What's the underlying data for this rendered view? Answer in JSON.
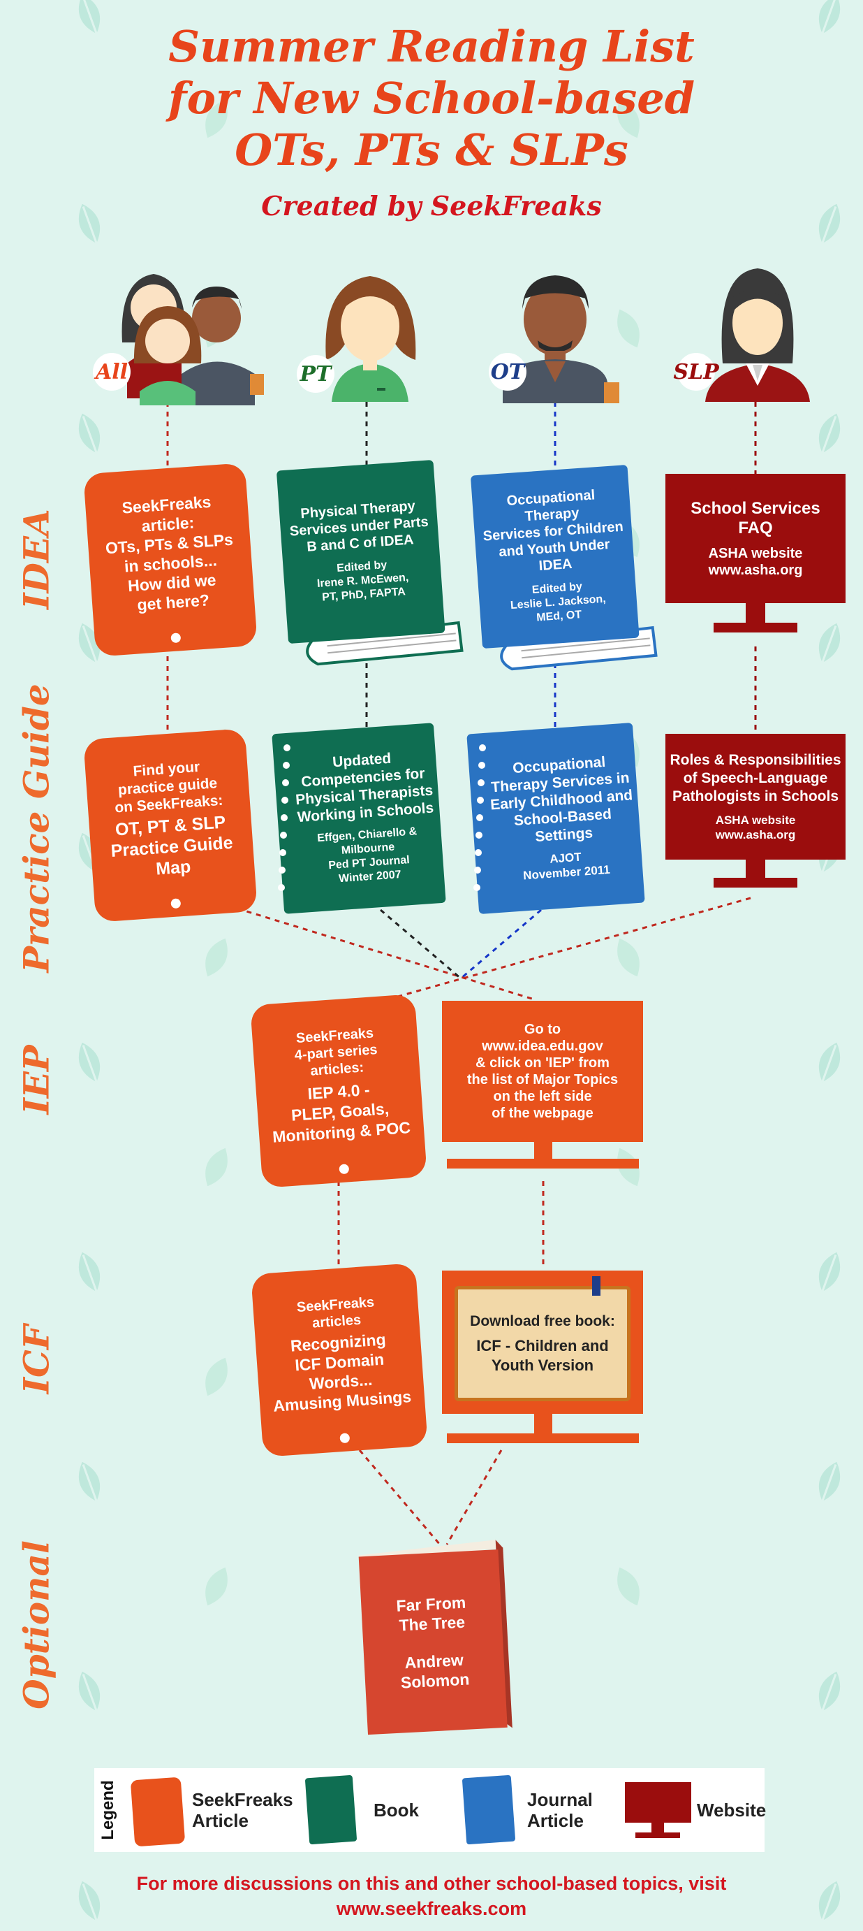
{
  "header": {
    "title_line1": "Summer Reading List",
    "title_line2": "for New School-based",
    "title_line3": "OTs, PTs & SLPs",
    "subtitle": "Created by SeekFreaks"
  },
  "people": {
    "all": "All",
    "pt": "PT",
    "ot": "OT",
    "slp": "SLP"
  },
  "rows": {
    "idea": "IDEA",
    "practice_guide": "Practice Guide",
    "iep": "IEP",
    "icf": "ICF",
    "optional": "Optional"
  },
  "idea": {
    "all": "SeekFreaks\narticle:\nOTs, PTs & SLPs\nin schools...\nHow did we\nget here?",
    "pt_title": "Physical Therapy\nServices under Parts\nB and C of IDEA",
    "pt_author": "Edited by\nIrene R. McEwen,\nPT, PhD, FAPTA",
    "ot_title": "Occupational Therapy\nServices for Children\nand Youth Under IDEA",
    "ot_author": "Edited by\nLeslie L. Jackson,\nMEd, OT",
    "slp_title": "School Services\nFAQ",
    "slp_sub": "ASHA website\nwww.asha.org"
  },
  "practice": {
    "all_top": "Find your\npractice guide\non SeekFreaks:",
    "all_main": "OT, PT & SLP\nPractice Guide\nMap",
    "pt_title": "Updated\nCompetencies for\nPhysical Therapists\nWorking in Schools",
    "pt_author": "Effgen, Chiarello &\nMilbourne\nPed PT Journal\nWinter 2007",
    "ot_title": "Occupational\nTherapy Services in\nEarly Childhood and\nSchool-Based\nSettings",
    "ot_author": "AJOT\nNovember 2011",
    "slp_title": "Roles & Responsibilities\nof Speech-Language\nPathologists in Schools",
    "slp_sub": "ASHA website\nwww.asha.org"
  },
  "iep": {
    "article_top": "SeekFreaks\n4-part series\narticles:",
    "article_main": "IEP 4.0 -\nPLEP, Goals,\nMonitoring & POC",
    "web": "Go to\nwww.idea.edu.gov\n& click on 'IEP' from\nthe list of Major Topics\non the left side\nof the webpage"
  },
  "icf": {
    "article_top": "SeekFreaks\narticles",
    "article_main": "Recognizing\nICF Domain\nWords...\nAmusing Musings",
    "book_top": "Download free book:",
    "book_main": "ICF - Children and\nYouth Version"
  },
  "optional": {
    "title": "Far From\nThe Tree",
    "author": "Andrew\nSolomon"
  },
  "legend": {
    "label": "Legend",
    "article": "SeekFreaks\nArticle",
    "book": "Book",
    "journal": "Journal\nArticle",
    "website": "Website"
  },
  "footer": {
    "line1": "For more discussions on this and other school-based topics, visit",
    "line2": "www.seekfreaks.com"
  },
  "colors": {
    "background": "#dff4ee",
    "article": "#e8521c",
    "book": "#0f6e52",
    "journal": "#2a73c2",
    "website": "#9b0d0d",
    "title": "#e8441b"
  }
}
